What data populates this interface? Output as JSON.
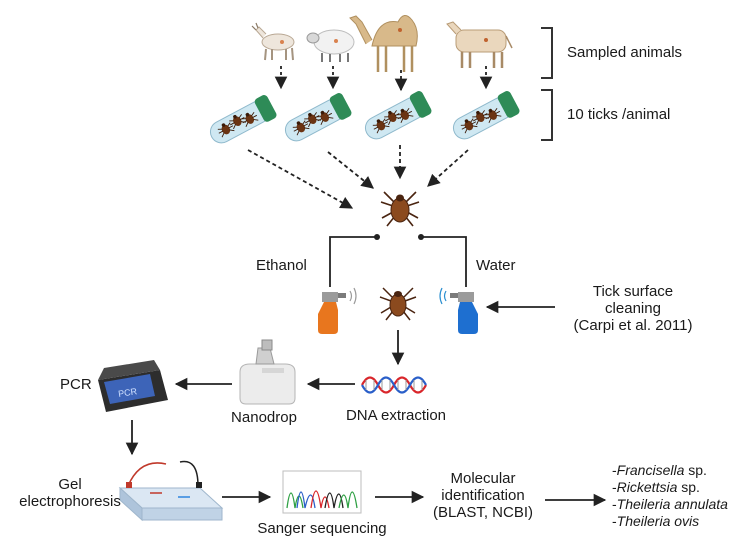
{
  "labels": {
    "sampled_animals": "Sampled animals",
    "ticks_per_animal": "10 ticks /animal",
    "ethanol": "Ethanol",
    "water": "Water",
    "tick_surface_cleaning": [
      "Tick surface",
      "cleaning",
      "(Carpi et al. 2011)"
    ],
    "pcr": "PCR",
    "nanodrop": "Nanodrop",
    "dna_extraction": "DNA extraction",
    "gel_electrophoresis": [
      "Gel",
      "electrophoresis"
    ],
    "sanger_sequencing": "Sanger sequencing",
    "molecular_identification": [
      "Molecular",
      "identification",
      "(BLAST, NCBI)"
    ]
  },
  "results": [
    {
      "prefix": "-",
      "italic": "Francisella",
      "suffix": " sp."
    },
    {
      "prefix": "-",
      "italic": "Rickettsia",
      "suffix": " sp."
    },
    {
      "prefix": "-",
      "italic": "Theileria annulata",
      "suffix": ""
    },
    {
      "prefix": "-",
      "italic": "Theileria ovis",
      "suffix": ""
    }
  ],
  "device_text": {
    "pcr_screen": "PCR"
  },
  "animals": [
    "goat",
    "sheep",
    "camel",
    "cow"
  ],
  "colors": {
    "arrow": "#222222",
    "tube_cap": "#2e8b57",
    "tube_body": "#cfe8f2",
    "tick": "#8b4a1e",
    "ethanol_bottle": "#e8761e",
    "water_bottle": "#1e6fd0",
    "dna_red": "#d9262b",
    "dna_blue": "#2a5fc9"
  }
}
